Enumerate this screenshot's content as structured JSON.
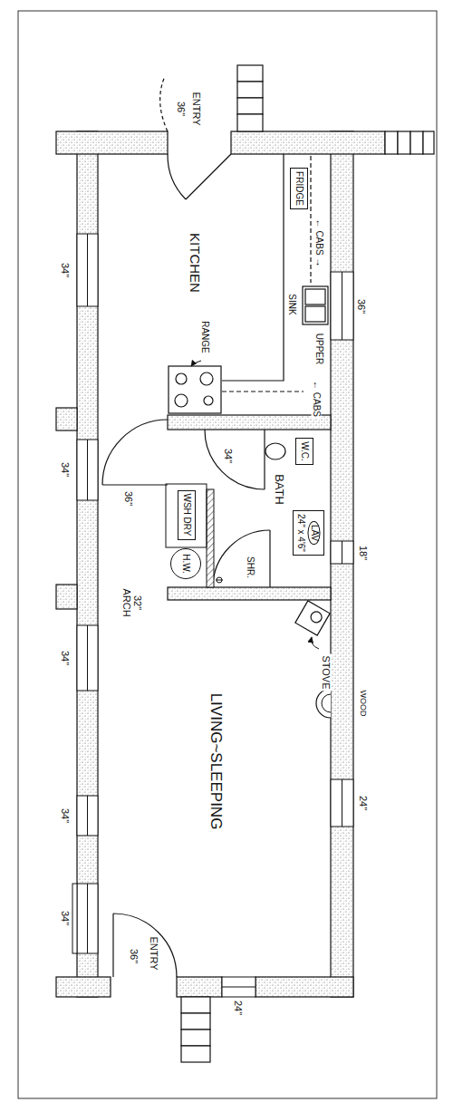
{
  "diagram": {
    "nodes": [
      {
        "text": [
          "FRIDGE"
        ]
      },
      {
        "text": [
          "W.C."
        ]
      },
      {
        "text": [
          "LAV",
          "24\" x 4'6\""
        ]
      },
      {
        "text": [
          "WSH DRY"
        ]
      },
      {
        "text": [
          "H.W."
        ]
      }
    ],
    "labels": [
      "36\"",
      "ENTRY",
      "KITCHEN",
      "← CABS →",
      "SINK",
      "UPPER",
      "← CABS",
      "RANGE",
      "36\"",
      "34\"",
      "36\"",
      "34\"",
      "BATH",
      "SHR.",
      "34\"",
      "32\" ARCH",
      "18\"",
      "STOVE",
      "WOOD",
      "LIVING~SLEEPING",
      "34\"",
      "24\"",
      "34\"",
      "34\"",
      "36\"",
      "ENTRY",
      "24\""
    ]
  }
}
